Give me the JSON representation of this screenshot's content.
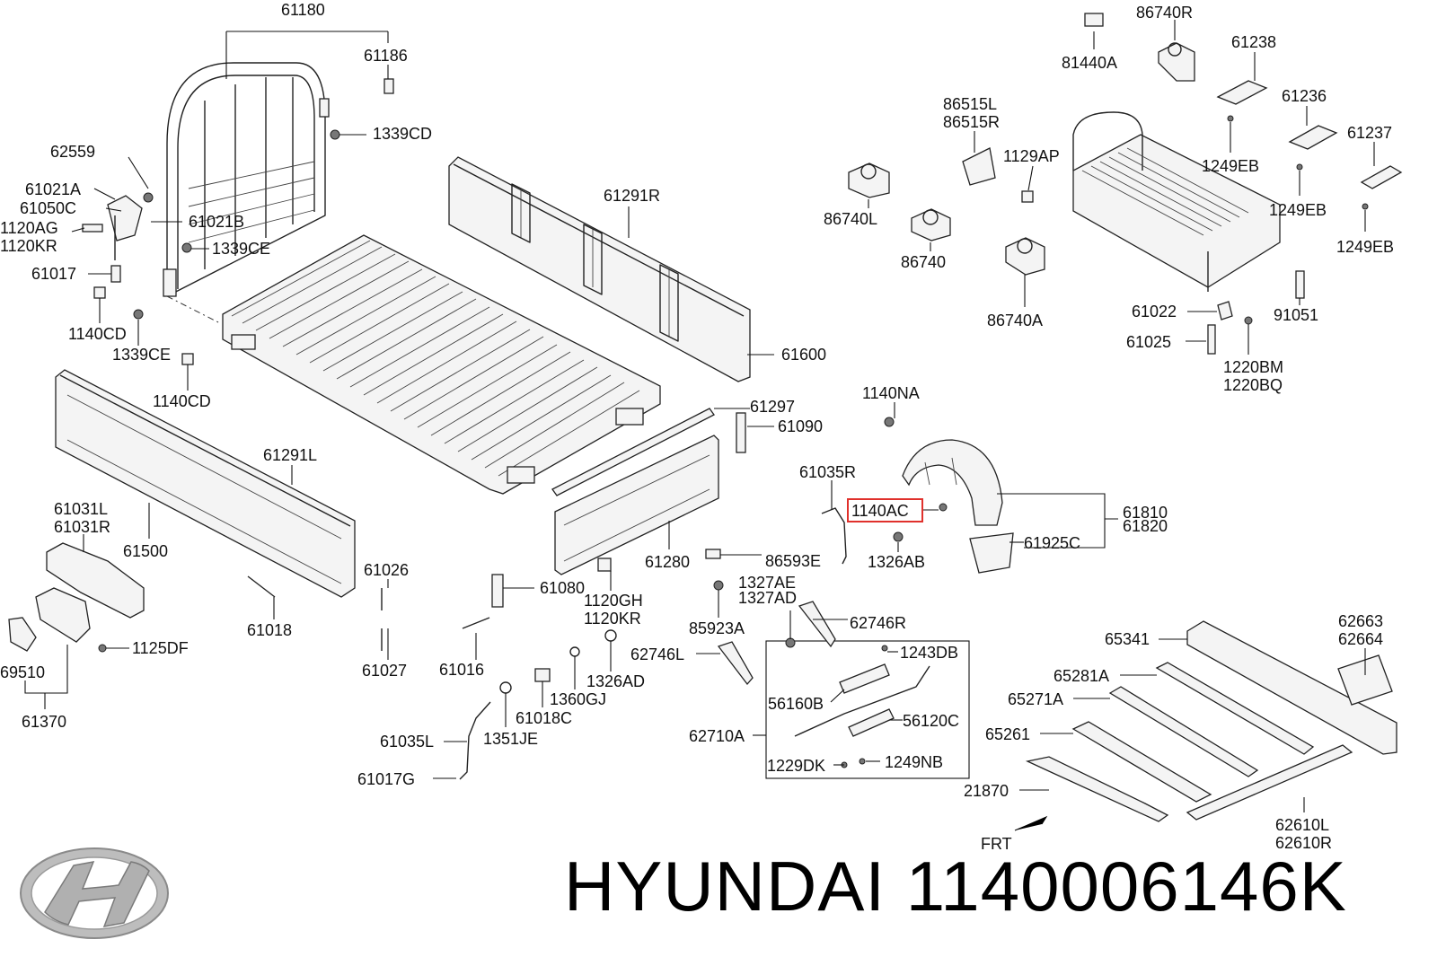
{
  "brand": {
    "name": "HYUNDAI",
    "part_number": "1140006146K"
  },
  "highlight_color": "#e0312c",
  "highlighted_label": "1140AC",
  "front_indicator": "FRT",
  "callouts": [
    "61180",
    "61186",
    "1339CD",
    "62559",
    "61021A",
    "61050C",
    "1120AG",
    "1120KR",
    "61021B",
    "61017",
    "1339CE",
    "1140CD",
    "1339CE",
    "1140CD",
    "61291R",
    "61600",
    "61291L",
    "61297",
    "61090",
    "61500",
    "61031L",
    "61031R",
    "61026",
    "61018",
    "61027",
    "1125DF",
    "69510",
    "61370",
    "61280",
    "61080",
    "1120GH",
    "1120KR",
    "61016",
    "1326AD",
    "1360GJ",
    "61018C",
    "61035L",
    "1351JE",
    "61017G",
    "86593E",
    "61035R",
    "1140AC",
    "1140NA",
    "61810",
    "61820",
    "61925C",
    "1326AB",
    "1327AE",
    "1327AD",
    "62746R",
    "85923A",
    "62746L",
    "1243DB",
    "56160B",
    "56120C",
    "62710A",
    "1229DK",
    "1249NB",
    "81440A",
    "86740R",
    "61238",
    "86515L",
    "86515R",
    "1129AP",
    "61236",
    "61237",
    "1249EB",
    "1249EB",
    "1249EB",
    "86740L",
    "86740",
    "86740A",
    "61022",
    "91051",
    "61025",
    "1220BM",
    "1220BQ",
    "65341",
    "62663",
    "62664",
    "65281A",
    "65271A",
    "65261",
    "21870",
    "62610L",
    "62610R"
  ]
}
